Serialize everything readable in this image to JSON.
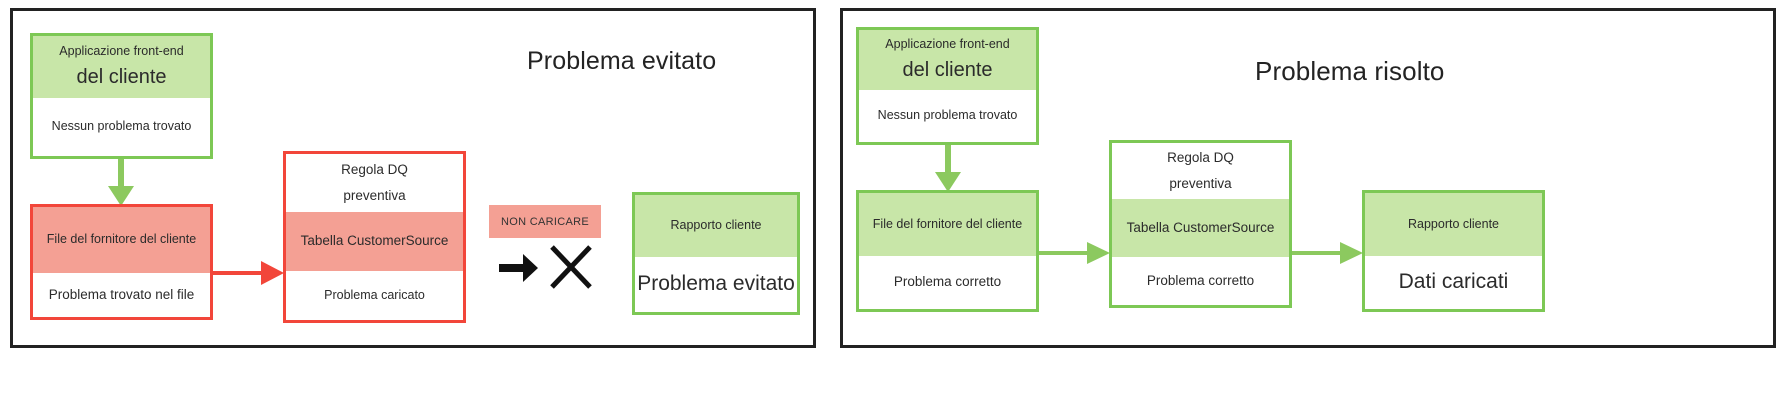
{
  "panels": [
    {
      "id": "left",
      "title": "Problema evitato",
      "theme": "red",
      "nodes": [
        {
          "name": "front-end-app",
          "top_label": "Applicazione front-end",
          "main_label": "del cliente",
          "status_label": "Nessun problema trovato",
          "color": "green"
        },
        {
          "name": "supplier-file",
          "top_label": "File del fornitore del cliente",
          "main_label": "",
          "status_label": "Problema trovato nel file",
          "color": "red"
        },
        {
          "name": "dq-rule-table",
          "top_label": "Regola DQ",
          "top_label2": "preventiva",
          "main_label": "Tabella CustomerSource",
          "status_label": "Problema caricato",
          "color": "red"
        },
        {
          "name": "customer-report",
          "top_label": "Rapporto cliente",
          "main_label": "",
          "status_label": "Problema evitato",
          "color": "green"
        }
      ],
      "badge": "NON CARICARE",
      "symbols": [
        "right-arrow-icon",
        "cross-x-icon"
      ]
    },
    {
      "id": "right",
      "title": "Problema risolto",
      "theme": "green",
      "nodes": [
        {
          "name": "front-end-app",
          "top_label": "Applicazione front-end",
          "main_label": "del cliente",
          "status_label": "Nessun problema trovato",
          "color": "green"
        },
        {
          "name": "supplier-file",
          "top_label": "File del fornitore del cliente",
          "main_label": "",
          "status_label": "Problema corretto",
          "color": "green"
        },
        {
          "name": "dq-rule-table",
          "top_label": "Regola DQ",
          "top_label2": "preventiva",
          "main_label": "Tabella CustomerSource",
          "status_label": "Problema corretto",
          "color": "green"
        },
        {
          "name": "customer-report",
          "top_label": "Rapporto cliente",
          "main_label": "",
          "status_label": "Dati caricati",
          "color": "green"
        }
      ]
    }
  ],
  "colors": {
    "green_border": "#7dc855",
    "green_fill": "#c8e6a8",
    "red_border": "#f2463a",
    "red_fill": "#f4a094",
    "panel_border": "#222222",
    "text": "#2b2b2b",
    "background": "#ffffff"
  }
}
